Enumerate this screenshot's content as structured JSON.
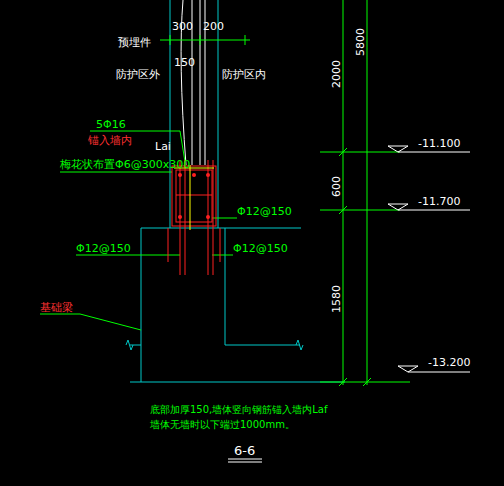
{
  "diagram": {
    "caption": "6-6",
    "labels": [
      "300",
      "200",
      "预埋件",
      "150",
      "防护区外",
      "防护区内",
      "2000",
      "5800",
      "5Φ16",
      "锚入墙内",
      "Lai",
      "梅花状布置Φ6@300x300",
      "-11.100",
      "600",
      "Φ12@150",
      "-11.700",
      "Φ12@150",
      "Φ12@150",
      "1580",
      "基础梁",
      "-13.200",
      "底部加厚150,墙体竖向钢筋锚入墙内Laf",
      "墙体无墙时以下端过1000mm。"
    ]
  }
}
